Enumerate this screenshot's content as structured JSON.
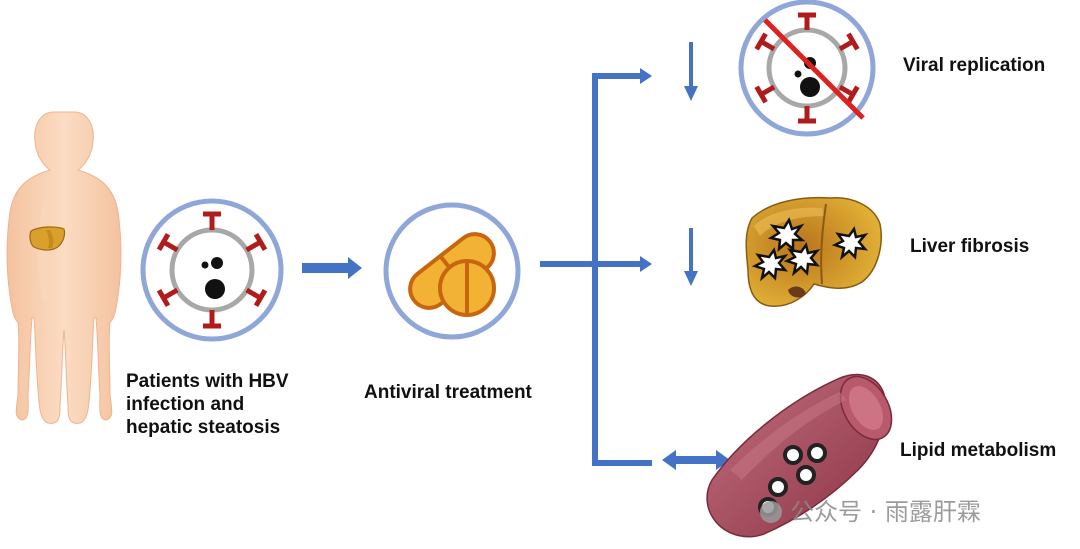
{
  "patients_label": [
    "Patients with HBV",
    "infection and",
    "hepatic steatosis"
  ],
  "treatment_label": "Antiviral treatment",
  "outcomes": [
    {
      "label": "Viral replication",
      "direction": "decrease",
      "icon": "virus-crossed-icon"
    },
    {
      "label": "Liver fibrosis",
      "direction": "decrease",
      "icon": "liver-icon"
    },
    {
      "label": "Lipid metabolism",
      "direction": "bidirectional",
      "icon": "blood-vessel-icon"
    }
  ],
  "watermark": "公众号 · 雨露肝霖",
  "colors": {
    "arrow_blue": "#4472c4",
    "circle_outline": "#8fa6d8",
    "virus_red": "#b01c1c",
    "pill_orange": "#f2b233",
    "liver_gold": "#e0a72c",
    "vessel_red": "#a54a5c",
    "body_skin": "#f7cfb0"
  }
}
